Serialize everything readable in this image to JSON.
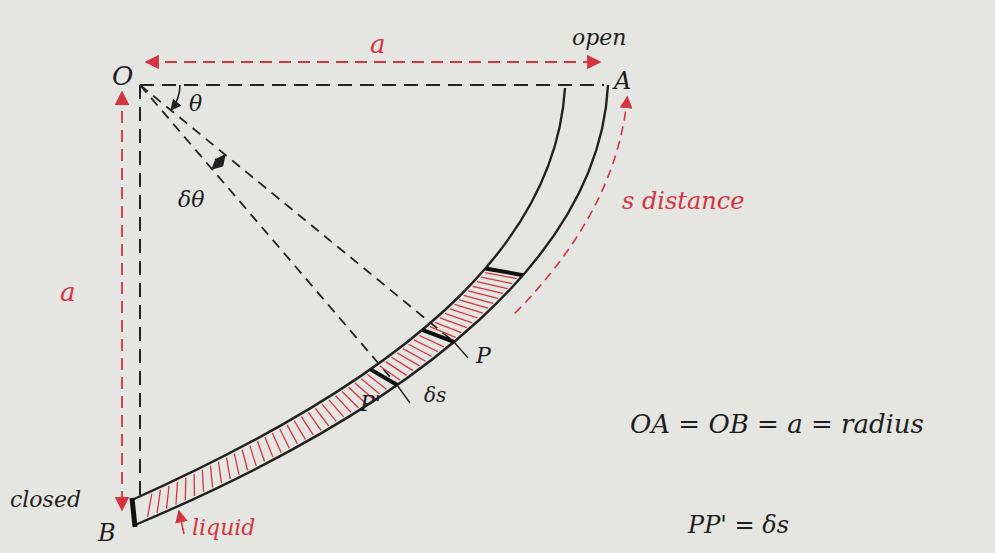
{
  "diagram": {
    "labels": [
      "O",
      "a",
      "open",
      "A",
      "θ",
      "δθ",
      "s distance",
      "P",
      "P'",
      "δs",
      "a",
      "OA = OB = a = radius",
      "closed",
      "liquid",
      "B",
      "PP' = δs"
    ]
  }
}
